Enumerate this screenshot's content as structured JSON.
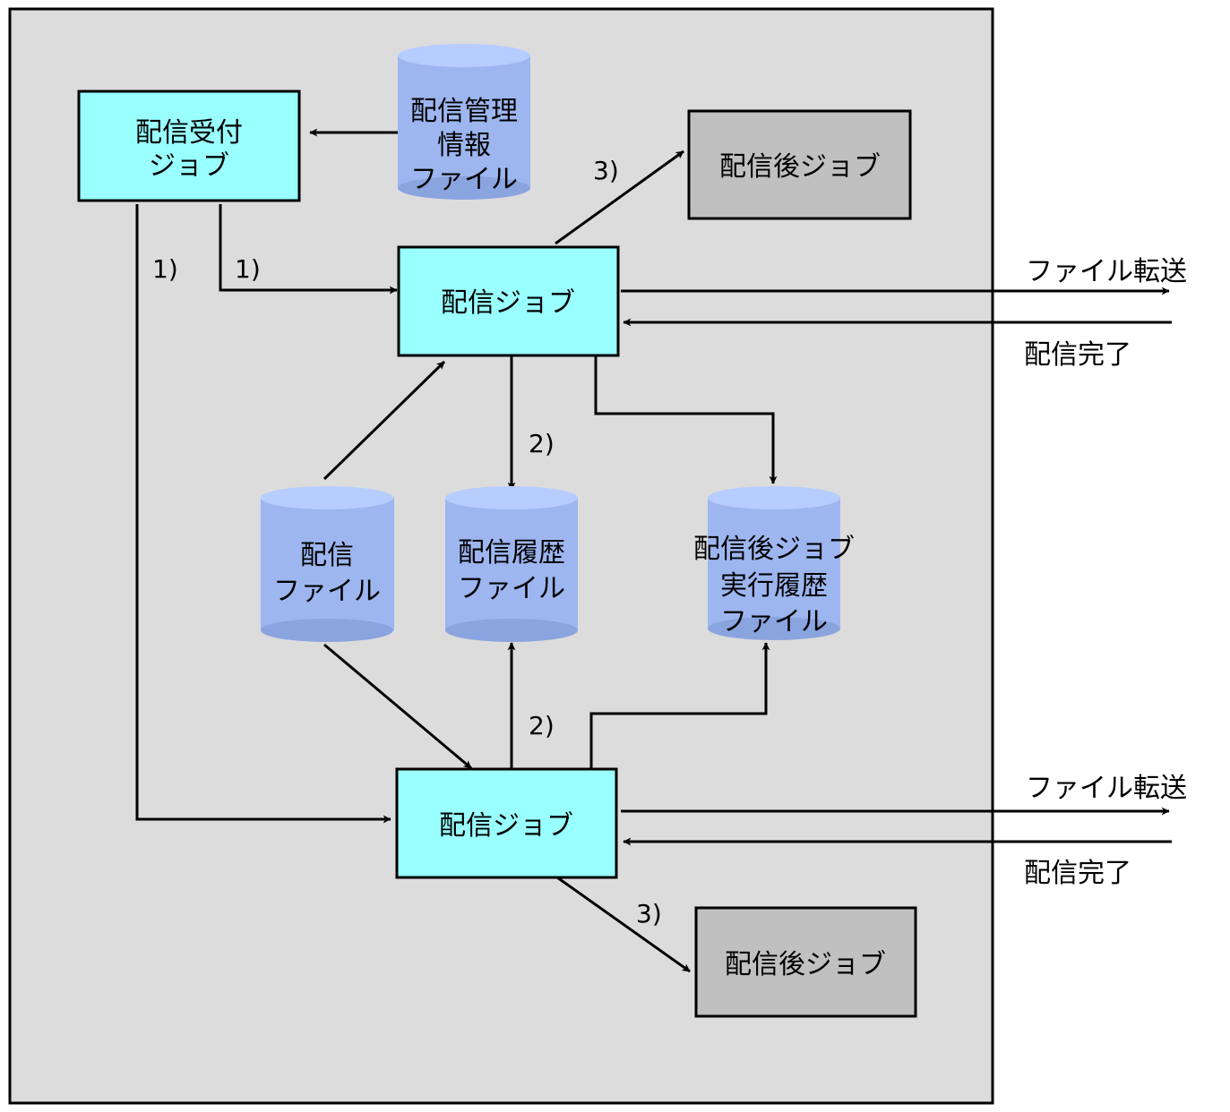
{
  "nodes": {
    "reception_job": [
      "配信受付",
      "ジョブ"
    ],
    "management_file": [
      "配信管理",
      "情報",
      "ファイル"
    ],
    "post_job_top": [
      "配信後ジョブ"
    ],
    "delivery_job_top": [
      "配信ジョブ"
    ],
    "delivery_file": [
      "配信",
      "ファイル"
    ],
    "history_file": [
      "配信履歴",
      "ファイル"
    ],
    "post_history_file": [
      "配信後ジョブ",
      "実行履歴",
      "ファイル"
    ],
    "delivery_job_bottom": [
      "配信ジョブ"
    ],
    "post_job_bottom": [
      "配信後ジョブ"
    ]
  },
  "edge_labels": {
    "step1_left": "1)",
    "step1_right": "1)",
    "step2_top": "2)",
    "step2_bottom": "2)",
    "step3_top": "3)",
    "step3_bottom": "3)"
  },
  "external": {
    "transfer_top": "ファイル転送",
    "complete_top": "配信完了",
    "transfer_bottom": "ファイル転送",
    "complete_bottom": "配信完了"
  },
  "colors": {
    "job_fill": "#99ffff",
    "post_job_fill": "#c0c0c0",
    "file_fill": "#9db6f0",
    "frame_fill": "#dcdcdc"
  }
}
